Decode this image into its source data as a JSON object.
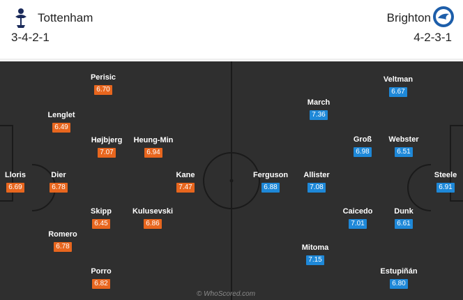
{
  "home": {
    "name": "Tottenham",
    "formation": "3-4-2-1",
    "crest_icon": "tottenham-crest-icon",
    "rating_color": "#e8661e",
    "players": [
      {
        "name": "Perisic",
        "rating": "6.70"
      },
      {
        "name": "Lenglet",
        "rating": "6.49"
      },
      {
        "name": "Højbjerg",
        "rating": "7.07"
      },
      {
        "name": "Heung-Min",
        "rating": "6.94"
      },
      {
        "name": "Lloris",
        "rating": "6.69"
      },
      {
        "name": "Dier",
        "rating": "6.78"
      },
      {
        "name": "Kane",
        "rating": "7.47"
      },
      {
        "name": "Skipp",
        "rating": "6.45"
      },
      {
        "name": "Kulusevski",
        "rating": "6.86"
      },
      {
        "name": "Romero",
        "rating": "6.78"
      },
      {
        "name": "Porro",
        "rating": "6.82"
      }
    ]
  },
  "away": {
    "name": "Brighton",
    "formation": "4-2-3-1",
    "crest_icon": "brighton-crest-icon",
    "rating_color": "#1e88d8",
    "players": [
      {
        "name": "Veltman",
        "rating": "6.67"
      },
      {
        "name": "March",
        "rating": "7.36"
      },
      {
        "name": "Groß",
        "rating": "6.98"
      },
      {
        "name": "Webster",
        "rating": "6.51"
      },
      {
        "name": "Ferguson",
        "rating": "6.88"
      },
      {
        "name": "Allister",
        "rating": "7.08"
      },
      {
        "name": "Steele",
        "rating": "6.91"
      },
      {
        "name": "Caicedo",
        "rating": "7.01"
      },
      {
        "name": "Dunk",
        "rating": "6.61"
      },
      {
        "name": "Mitoma",
        "rating": "7.15"
      },
      {
        "name": "Estupiñán",
        "rating": "6.80"
      }
    ]
  },
  "watermark": "© WhoScored.com"
}
